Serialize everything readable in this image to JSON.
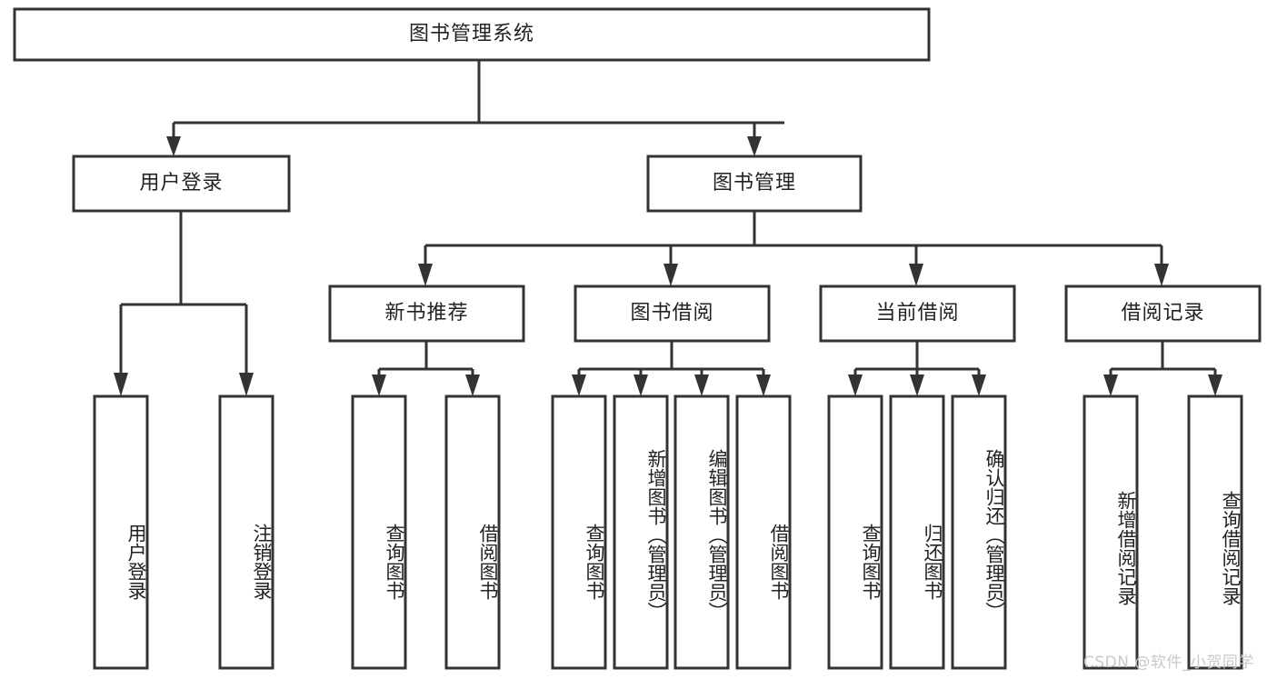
{
  "diagram": {
    "type": "hierarchy-tree",
    "title": "图书管理系统",
    "root": {
      "id": "root",
      "label": "图书管理系统",
      "orientation": "horizontal"
    },
    "level2": [
      {
        "id": "user-login",
        "label": "用户登录",
        "orientation": "horizontal"
      },
      {
        "id": "book-management",
        "label": "图书管理",
        "orientation": "horizontal"
      }
    ],
    "level3": [
      {
        "id": "new-book-recommend",
        "label": "新书推荐",
        "orientation": "horizontal",
        "parent": "book-management"
      },
      {
        "id": "book-borrow",
        "label": "图书借阅",
        "orientation": "horizontal",
        "parent": "book-management"
      },
      {
        "id": "current-borrow",
        "label": "当前借阅",
        "orientation": "horizontal",
        "parent": "book-management"
      },
      {
        "id": "borrow-record",
        "label": "借阅记录",
        "orientation": "horizontal",
        "parent": "book-management"
      }
    ],
    "leaves": [
      {
        "id": "leaf-user-login",
        "label": "用户登录",
        "orientation": "vertical",
        "parent": "user-login"
      },
      {
        "id": "leaf-user-logout",
        "label": "注销登录",
        "orientation": "vertical",
        "parent": "user-login"
      },
      {
        "id": "leaf-query-book-1",
        "label": "查询图书",
        "orientation": "vertical",
        "parent": "new-book-recommend"
      },
      {
        "id": "leaf-borrow-book-1",
        "label": "借阅图书",
        "orientation": "vertical",
        "parent": "new-book-recommend"
      },
      {
        "id": "leaf-query-book-2",
        "label": "查询图书",
        "orientation": "vertical",
        "parent": "book-borrow"
      },
      {
        "id": "leaf-add-book",
        "label": "新增图书（管理员）",
        "orientation": "vertical",
        "parent": "book-borrow"
      },
      {
        "id": "leaf-edit-book",
        "label": "编辑图书（管理员）",
        "orientation": "vertical",
        "parent": "book-borrow"
      },
      {
        "id": "leaf-borrow-book-2",
        "label": "借阅图书",
        "orientation": "vertical",
        "parent": "book-borrow"
      },
      {
        "id": "leaf-query-book-3",
        "label": "查询图书",
        "orientation": "vertical",
        "parent": "current-borrow"
      },
      {
        "id": "leaf-return-book",
        "label": "归还图书",
        "orientation": "vertical",
        "parent": "current-borrow"
      },
      {
        "id": "leaf-confirm-return",
        "label": "确认归还（管理员）",
        "orientation": "vertical",
        "parent": "current-borrow"
      },
      {
        "id": "leaf-add-record",
        "label": "新增借阅记录",
        "orientation": "vertical",
        "parent": "borrow-record"
      },
      {
        "id": "leaf-query-record",
        "label": "查询借阅记录",
        "orientation": "vertical",
        "parent": "borrow-record"
      }
    ],
    "colors": {
      "box_stroke": "#333333",
      "box_fill": "#ffffff",
      "text": "#222222",
      "connector": "#333333",
      "background": "#ffffff",
      "watermark": "#c9c9c9"
    }
  },
  "watermark": {
    "text": "CSDN @软件_小贺同学"
  }
}
